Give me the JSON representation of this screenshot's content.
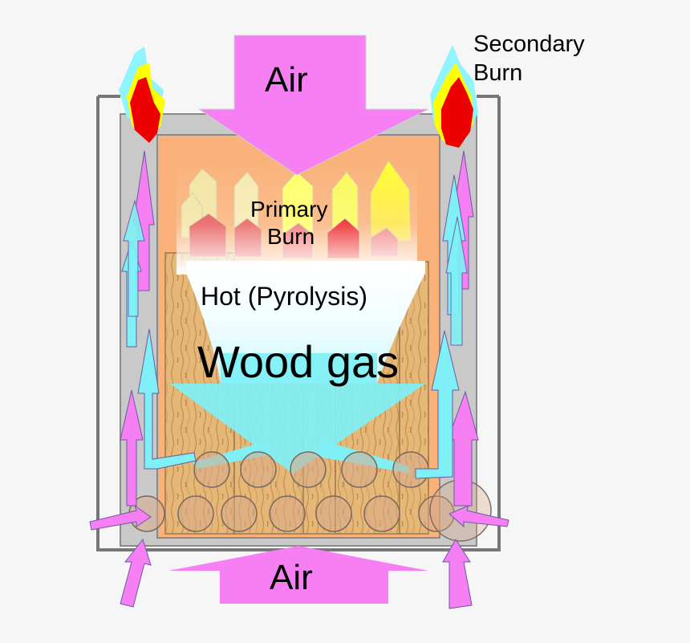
{
  "labels": {
    "air_top": "Air",
    "air_bottom": "Air",
    "secondary_burn_line1": "Secondary",
    "secondary_burn_line2": "Burn",
    "primary_burn_line1": "Primary",
    "primary_burn_line2": "Burn",
    "hot_pyrolysis": "Hot (Pyrolysis)",
    "wood_gas": "Wood gas"
  },
  "colors": {
    "background": "#f6f6f6",
    "stove_outline": "#777777",
    "stove_wall": "#c8c8c8",
    "firebox": "#fab27a",
    "air_arrow": "#f57ff3",
    "gas_arrow": "#7ff0f5",
    "wood": "#e6b877",
    "flame_red": "#ee0000",
    "flame_yellow": "#ffff00",
    "flame_cyan": "#8ff4ff"
  },
  "icons": {
    "air_arrow_icon": "magenta-arrow",
    "gas_arrow_icon": "cyan-arrow",
    "flame_icon": "flame"
  }
}
